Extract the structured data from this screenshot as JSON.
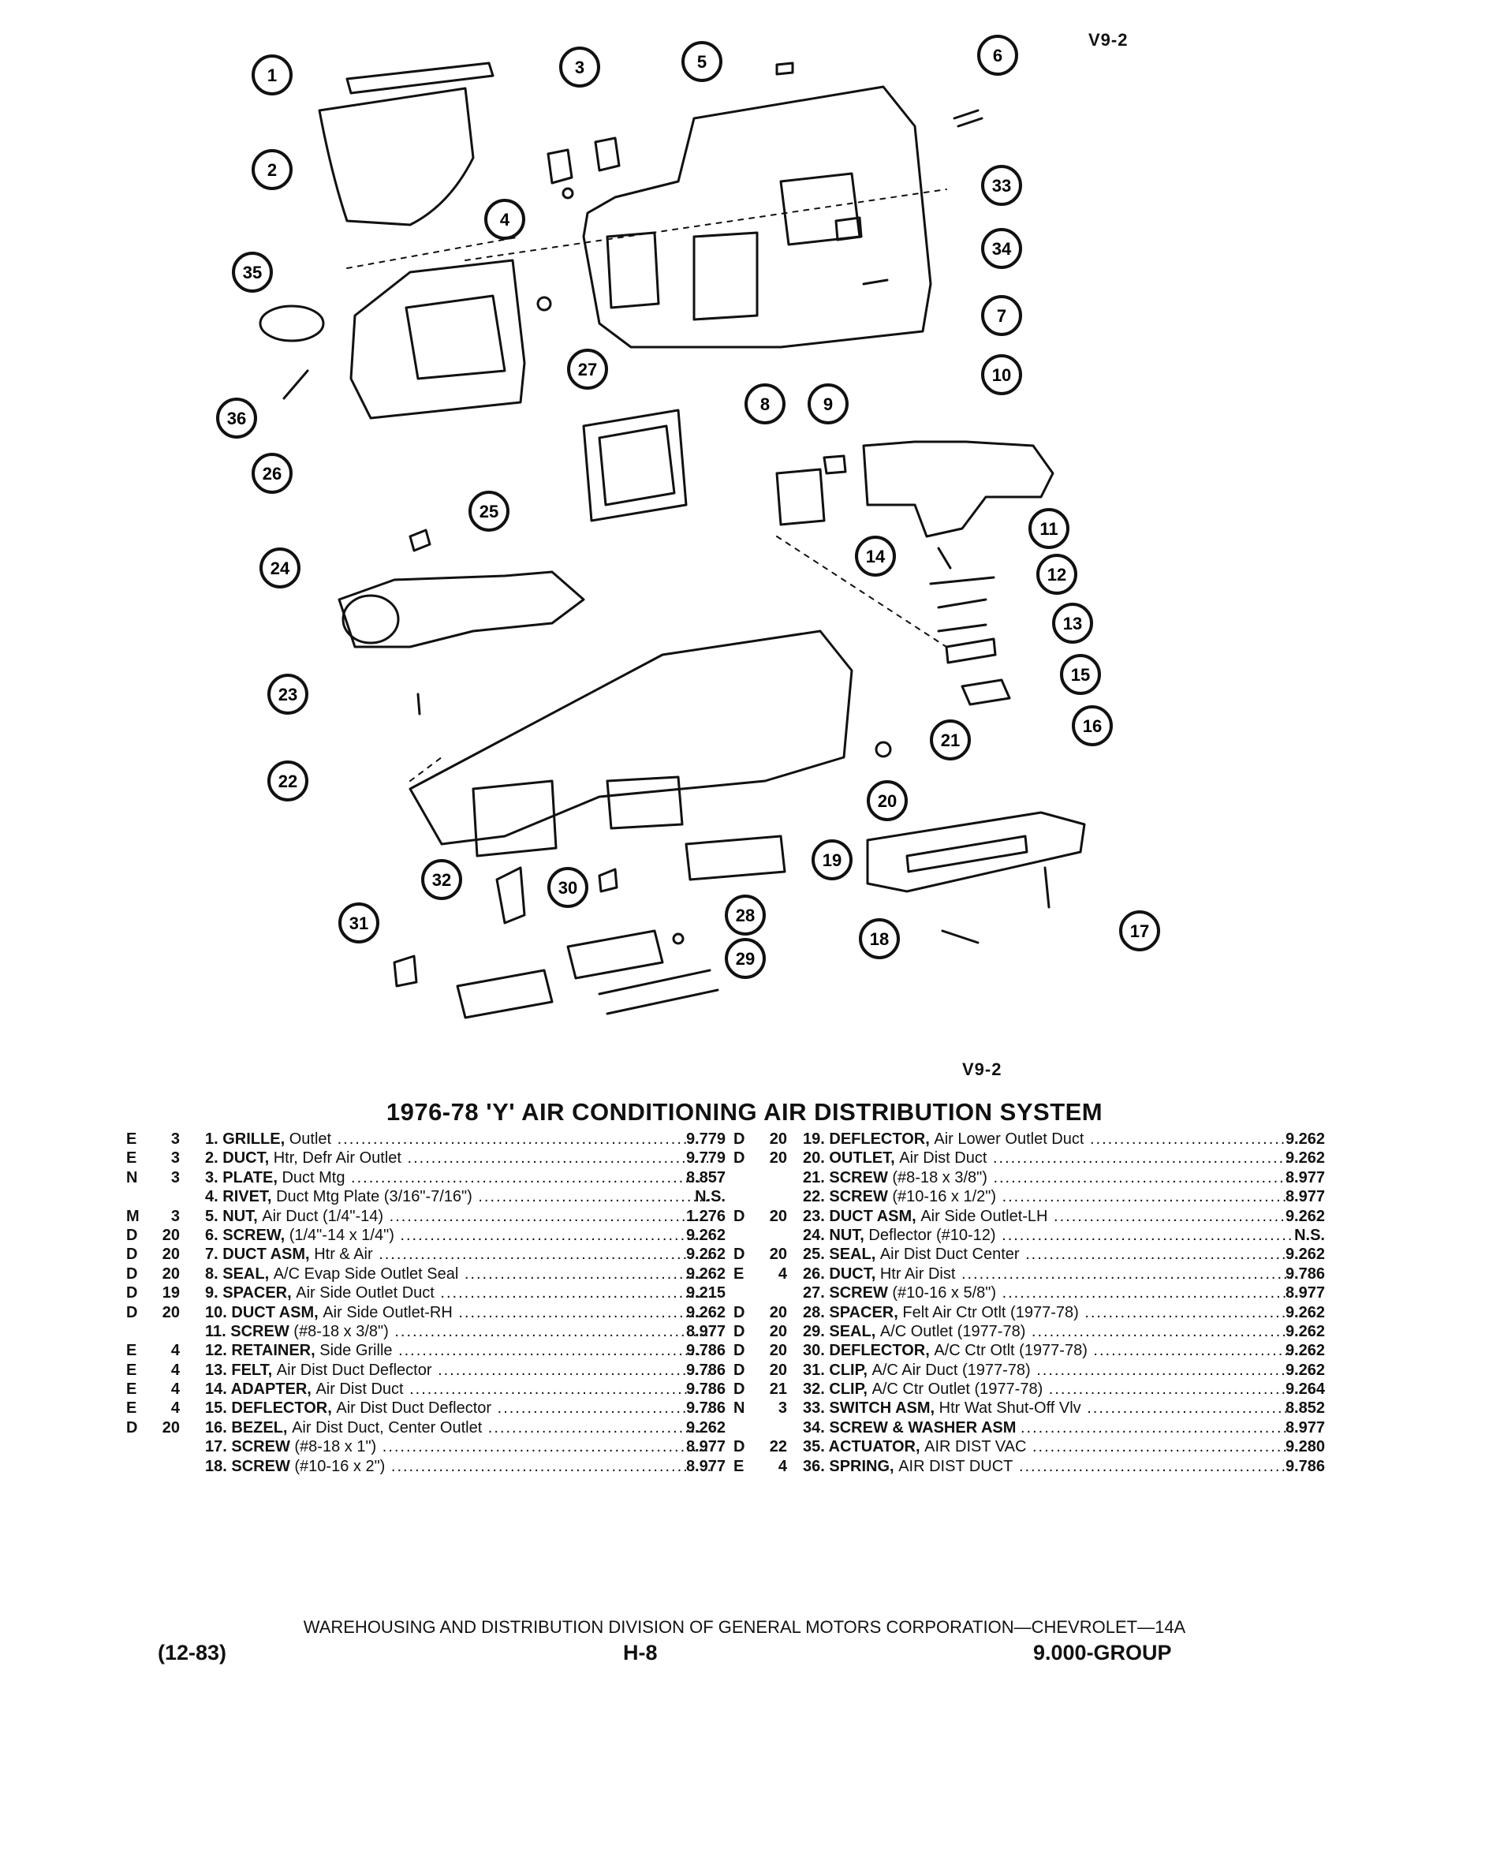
{
  "figure_label_top": "V9-2",
  "figure_label_bottom": "V9-2",
  "title": "1976-78 'Y' AIR CONDITIONING AIR DISTRIBUTION SYSTEM",
  "callouts": [
    "1",
    "2",
    "3",
    "4",
    "5",
    "6",
    "7",
    "8",
    "9",
    "10",
    "11",
    "12",
    "13",
    "14",
    "15",
    "16",
    "17",
    "18",
    "19",
    "20",
    "21",
    "22",
    "23",
    "24",
    "25",
    "26",
    "27",
    "28",
    "29",
    "30",
    "31",
    "32",
    "33",
    "34",
    "35",
    "36"
  ],
  "parts_left": [
    {
      "code": "E",
      "qty": "3",
      "num": "1.",
      "name": "GRILLE,",
      "desc": "Outlet",
      "group": "9.779"
    },
    {
      "code": "E",
      "qty": "3",
      "num": "2.",
      "name": "DUCT,",
      "desc": "Htr, Defr Air Outlet",
      "group": "9.779"
    },
    {
      "code": "N",
      "qty": "3",
      "num": "3.",
      "name": "PLATE,",
      "desc": "Duct Mtg",
      "group": "8.857"
    },
    {
      "code": "",
      "qty": "",
      "num": "4.",
      "name": "RIVET,",
      "desc": "Duct Mtg Plate (3/16\"-7/16\")",
      "group": "N.S."
    },
    {
      "code": "M",
      "qty": "3",
      "num": "5.",
      "name": "NUT,",
      "desc": "Air Duct (1/4\"-14)",
      "group": "1.276"
    },
    {
      "code": "D",
      "qty": "20",
      "num": "6.",
      "name": "SCREW,",
      "desc": "(1/4\"-14 x 1/4\")",
      "group": "9.262"
    },
    {
      "code": "D",
      "qty": "20",
      "num": "7.",
      "name": "DUCT ASM,",
      "desc": "Htr & Air",
      "group": "9.262"
    },
    {
      "code": "D",
      "qty": "20",
      "num": "8.",
      "name": "SEAL,",
      "desc": "A/C Evap Side Outlet Seal",
      "group": "9.262"
    },
    {
      "code": "D",
      "qty": "19",
      "num": "9.",
      "name": "SPACER,",
      "desc": "Air Side Outlet Duct",
      "group": "9.215"
    },
    {
      "code": "D",
      "qty": "20",
      "num": "10.",
      "name": "DUCT ASM,",
      "desc": "Air Side Outlet-RH",
      "group": "9.262"
    },
    {
      "code": "",
      "qty": "",
      "num": "11.",
      "name": "SCREW",
      "desc": "(#8-18 x 3/8\")",
      "group": "8.977"
    },
    {
      "code": "E",
      "qty": "4",
      "num": "12.",
      "name": "RETAINER,",
      "desc": "Side Grille",
      "group": "9.786"
    },
    {
      "code": "E",
      "qty": "4",
      "num": "13.",
      "name": "FELT,",
      "desc": "Air Dist Duct Deflector",
      "group": "9.786"
    },
    {
      "code": "E",
      "qty": "4",
      "num": "14.",
      "name": "ADAPTER,",
      "desc": "Air Dist Duct",
      "group": "9.786"
    },
    {
      "code": "E",
      "qty": "4",
      "num": "15.",
      "name": "DEFLECTOR,",
      "desc": "Air Dist Duct Deflector",
      "group": "9.786"
    },
    {
      "code": "D",
      "qty": "20",
      "num": "16.",
      "name": "BEZEL,",
      "desc": "Air Dist Duct, Center Outlet",
      "group": "9.262"
    },
    {
      "code": "",
      "qty": "",
      "num": "17.",
      "name": "SCREW",
      "desc": "(#8-18 x 1\")",
      "group": "8.977"
    },
    {
      "code": "",
      "qty": "",
      "num": "18.",
      "name": "SCREW",
      "desc": "(#10-16 x 2\")",
      "group": "8.977"
    }
  ],
  "parts_right": [
    {
      "code": "D",
      "qty": "20",
      "num": "19.",
      "name": "DEFLECTOR,",
      "desc": "Air Lower Outlet Duct",
      "group": "9.262"
    },
    {
      "code": "D",
      "qty": "20",
      "num": "20.",
      "name": "OUTLET,",
      "desc": "Air Dist Duct",
      "group": "9.262"
    },
    {
      "code": "",
      "qty": "",
      "num": "21.",
      "name": "SCREW",
      "desc": "(#8-18 x 3/8\")",
      "group": "8.977"
    },
    {
      "code": "",
      "qty": "",
      "num": "22.",
      "name": "SCREW",
      "desc": "(#10-16 x 1/2\")",
      "group": "8.977"
    },
    {
      "code": "D",
      "qty": "20",
      "num": "23.",
      "name": "DUCT ASM,",
      "desc": "Air Side Outlet-LH",
      "group": "9.262"
    },
    {
      "code": "",
      "qty": "",
      "num": "24.",
      "name": "NUT,",
      "desc": "Deflector (#10-12)",
      "group": "N.S."
    },
    {
      "code": "D",
      "qty": "20",
      "num": "25.",
      "name": "SEAL,",
      "desc": "Air Dist Duct Center",
      "group": "9.262"
    },
    {
      "code": "E",
      "qty": "4",
      "num": "26.",
      "name": "DUCT,",
      "desc": "Htr Air Dist",
      "group": "9.786"
    },
    {
      "code": "",
      "qty": "",
      "num": "27.",
      "name": "SCREW",
      "desc": "(#10-16 x 5/8\")",
      "group": "8.977"
    },
    {
      "code": "D",
      "qty": "20",
      "num": "28.",
      "name": "SPACER,",
      "desc": "Felt Air Ctr Otlt (1977-78)",
      "group": "9.262"
    },
    {
      "code": "D",
      "qty": "20",
      "num": "29.",
      "name": "SEAL,",
      "desc": "A/C Outlet (1977-78)",
      "group": "9.262"
    },
    {
      "code": "D",
      "qty": "20",
      "num": "30.",
      "name": "DEFLECTOR,",
      "desc": "A/C Ctr Otlt (1977-78)",
      "group": "9.262"
    },
    {
      "code": "D",
      "qty": "20",
      "num": "31.",
      "name": "CLIP,",
      "desc": "A/C Air Duct (1977-78)",
      "group": "9.262"
    },
    {
      "code": "D",
      "qty": "21",
      "num": "32.",
      "name": "CLIP,",
      "desc": "A/C Ctr Outlet (1977-78)",
      "group": "9.264"
    },
    {
      "code": "N",
      "qty": "3",
      "num": "33.",
      "name": "SWITCH ASM,",
      "desc": "Htr Wat Shut-Off Vlv",
      "group": "8.852"
    },
    {
      "code": "",
      "qty": "",
      "num": "34.",
      "name": "SCREW & WASHER ASM",
      "desc": "",
      "group": "8.977"
    },
    {
      "code": "D",
      "qty": "22",
      "num": "35.",
      "name": "ACTUATOR,",
      "desc": "AIR DIST VAC",
      "group": "9.280"
    },
    {
      "code": "E",
      "qty": "4",
      "num": "36.",
      "name": "SPRING,",
      "desc": "AIR DIST DUCT",
      "group": "9.786"
    }
  ],
  "footer": {
    "division": "WAREHOUSING AND DISTRIBUTION DIVISION OF GENERAL MOTORS CORPORATION—CHEVROLET—14A",
    "date": "(12-83)",
    "page": "H-8",
    "group": "9.000-GROUP"
  }
}
